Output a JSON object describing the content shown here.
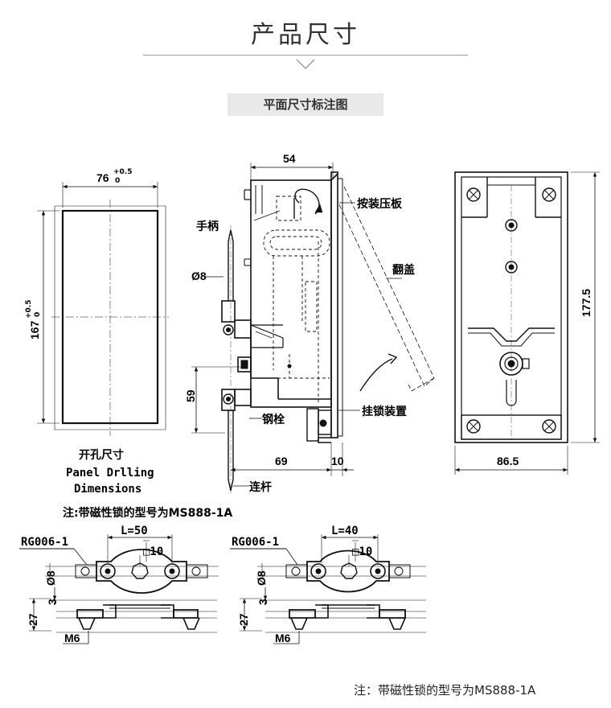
{
  "header": {
    "title": "产品尺寸",
    "subtitle": "平面尺寸标注图"
  },
  "panel_cutout": {
    "width_dim": "76",
    "width_tol_upper": "+0.5",
    "width_tol_lower": "0",
    "height_dim": "167",
    "height_tol_upper": "+0.5",
    "height_tol_lower": "0",
    "caption_cn": "开孔尺寸",
    "caption_en_1": "Panel Drlling",
    "caption_en_2": "Dimensions"
  },
  "side_view": {
    "top_width": "54",
    "rod_dia": "Ø8",
    "dim_59": "59",
    "dim_69": "69",
    "dim_10": "10",
    "labels": {
      "handle": "手柄",
      "press_plate": "按装压板",
      "flip_cover": "翻盖",
      "hanging_lock": "挂锁装置",
      "steel_bolt": "钢栓",
      "connecting_rod": "连杆"
    }
  },
  "front_view": {
    "height": "177.5",
    "width": "86.5"
  },
  "note_top": "注:带磁性锁的型号为MS888-1A",
  "rod_details": [
    {
      "ref": "RG006-1",
      "length": "L=50",
      "square": "□10",
      "dia": "Ø8",
      "offset": "3",
      "height": "27",
      "thread": "M6"
    },
    {
      "ref": "RG006-1",
      "length": "L=40",
      "square": "□10",
      "dia": "Ø8",
      "offset": "3",
      "height": "27",
      "thread": "M6"
    }
  ],
  "footer_note": "注：带磁性锁的型号为MS888-1A"
}
